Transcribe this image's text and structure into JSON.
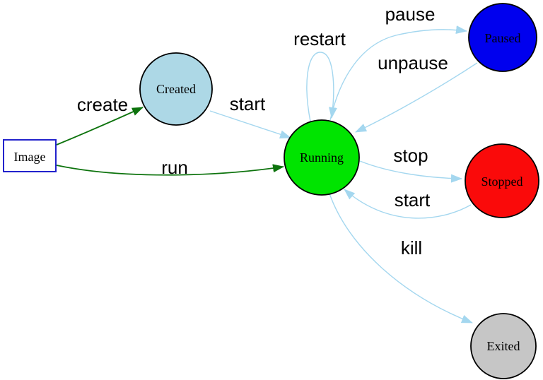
{
  "diagram": {
    "type": "state-diagram",
    "background": "#ffffff",
    "palette": {
      "green_edge": "#0d730d",
      "blue_edge": "#a4d7ef",
      "node_border": "#000000",
      "image_box_border": "#2222cc",
      "label_color": "#000000"
    },
    "nodes": [
      {
        "id": "image",
        "label": "Image",
        "shape": "rectangle",
        "fill": "#ffffff",
        "border": "#2222cc"
      },
      {
        "id": "created",
        "label": "Created",
        "shape": "circle",
        "fill": "#add8e6",
        "border": "#000000"
      },
      {
        "id": "running",
        "label": "Running",
        "shape": "circle",
        "fill": "#00e400",
        "border": "#000000"
      },
      {
        "id": "paused",
        "label": "Paused",
        "shape": "circle",
        "fill": "#0000ee",
        "border": "#000000"
      },
      {
        "id": "stopped",
        "label": "Stopped",
        "shape": "circle",
        "fill": "#fa0a0a",
        "border": "#000000"
      },
      {
        "id": "exited",
        "label": "Exited",
        "shape": "circle",
        "fill": "#c6c6c6",
        "border": "#000000"
      }
    ],
    "edges": [
      {
        "from": "image",
        "to": "created",
        "label": "create",
        "color": "#0d730d"
      },
      {
        "from": "image",
        "to": "running",
        "label": "run",
        "color": "#0d730d"
      },
      {
        "from": "created",
        "to": "running",
        "label": "start",
        "color": "#a4d7ef"
      },
      {
        "from": "running",
        "to": "running",
        "label": "restart",
        "color": "#a4d7ef"
      },
      {
        "from": "running",
        "to": "paused",
        "label": "pause",
        "color": "#a4d7ef"
      },
      {
        "from": "paused",
        "to": "running",
        "label": "unpause",
        "color": "#a4d7ef"
      },
      {
        "from": "running",
        "to": "stopped",
        "label": "stop",
        "color": "#a4d7ef"
      },
      {
        "from": "stopped",
        "to": "running",
        "label": "start",
        "color": "#a4d7ef"
      },
      {
        "from": "running",
        "to": "exited",
        "label": "kill",
        "color": "#a4d7ef"
      }
    ]
  }
}
